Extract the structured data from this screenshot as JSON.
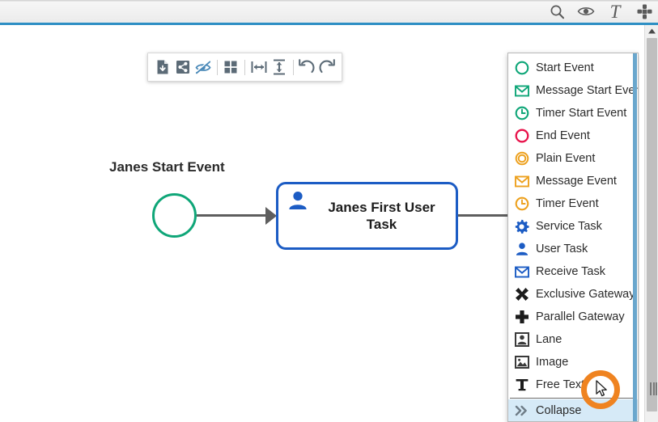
{
  "header": {
    "icons": [
      {
        "name": "search-icon",
        "label": "Search"
      },
      {
        "name": "eye-icon",
        "label": "View"
      },
      {
        "name": "text-format-icon",
        "label": "T"
      },
      {
        "name": "move-icon",
        "label": "Move"
      }
    ]
  },
  "element_toolbar": {
    "buttons": [
      {
        "name": "save-download-icon",
        "label": "Save"
      },
      {
        "name": "share-icon",
        "label": "Share"
      },
      {
        "name": "hide-eye-slash-icon",
        "label": "Hide"
      },
      {
        "name": "grid-layout-icon",
        "label": "Grid"
      },
      {
        "name": "distribute-horizontal-icon",
        "label": "Distribute Horizontally"
      },
      {
        "name": "distribute-vertical-icon",
        "label": "Distribute Vertically"
      },
      {
        "name": "undo-icon",
        "label": "Undo"
      },
      {
        "name": "redo-icon",
        "label": "Redo"
      }
    ]
  },
  "diagram": {
    "start_event_label": "Janes Start Event",
    "task_label": "Janes First User Task",
    "start_event_color": "#0fa678",
    "task_border_color": "#1c5cc4",
    "connector_color": "#5e5e5e"
  },
  "palette": {
    "items": [
      {
        "label": "Start Event",
        "icon": "start-event-icon",
        "color": "#0fa678",
        "selected": false
      },
      {
        "label": "Message Start Event",
        "icon": "message-start-event-icon",
        "color": "#0fa678",
        "selected": false
      },
      {
        "label": "Timer Start Event",
        "icon": "timer-start-event-icon",
        "color": "#0fa678",
        "selected": false
      },
      {
        "label": "End Event",
        "icon": "end-event-icon",
        "color": "#e8134b",
        "selected": false
      },
      {
        "label": "Plain Event",
        "icon": "plain-event-icon",
        "color": "#eda11f",
        "selected": false
      },
      {
        "label": "Message Event",
        "icon": "message-event-icon",
        "color": "#eda11f",
        "selected": false
      },
      {
        "label": "Timer Event",
        "icon": "timer-event-icon",
        "color": "#eda11f",
        "selected": false
      },
      {
        "label": "Service Task",
        "icon": "service-task-gear-icon",
        "color": "#1c5cc4",
        "selected": false
      },
      {
        "label": "User Task",
        "icon": "user-task-icon",
        "color": "#1c5cc4",
        "selected": false
      },
      {
        "label": "Receive Task",
        "icon": "receive-task-icon",
        "color": "#1c5cc4",
        "selected": false
      },
      {
        "label": "Exclusive Gateway",
        "icon": "exclusive-gateway-icon",
        "color": "#1c1c1c",
        "selected": false
      },
      {
        "label": "Parallel Gateway",
        "icon": "parallel-gateway-icon",
        "color": "#1c1c1c",
        "selected": false
      },
      {
        "label": "Lane",
        "icon": "lane-icon",
        "color": "#3a3a3a",
        "selected": false
      },
      {
        "label": "Image",
        "icon": "image-icon",
        "color": "#3a3a3a",
        "selected": false
      },
      {
        "label": "Free Text",
        "icon": "free-text-icon",
        "color": "#1c1c1c",
        "selected": false
      },
      {
        "label": "Collapse",
        "icon": "collapse-chevrons-icon",
        "color": "#6e7c87",
        "selected": true
      }
    ],
    "highlight_color": "#d6eaf7",
    "scrollbar_color": "#6aa7cd"
  },
  "cursor": {
    "highlight_color": "#ef8320"
  }
}
